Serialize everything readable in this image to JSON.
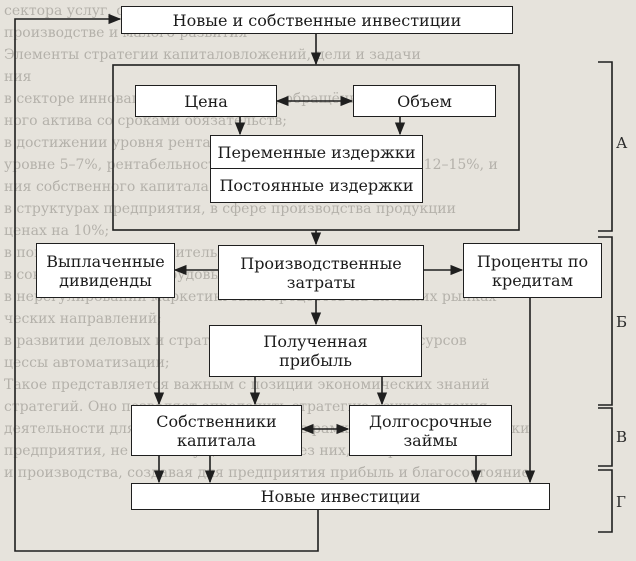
{
  "background_text": [
    "сектора услуг, основанных на инновационных технологиях, на",
    "производстве и малого развития",
    "Элементы стратегии капиталовложений, цели и задачи",
    "ния",
    "в секторе инновационных стратегий, обращённой на кредиты",
    "ного актива со сроками обязательств;",
    "в достижении уровня рентабельности, равного",
    "уровне 5–7%, рентабельность собственного капитала — 12–15%, и",
    "ния собственного капитала в пределах 40%;",
    "в структурах предприятия, в сфере производства продукции",
    "ценах на 10%;",
    "в повышении производительности на 8%;",
    "в сокращении числа трудовых ресурсов на 30%;",
    "в нерегулировании маркетинговых процессов на внешних рынках",
    "ческих направлений;",
    "в развитии деловых и стратегических функций, всех ресурсов",
    "цессы автоматизации;",
    "Такое представляется важным с позиции экономических знаний",
    "стратегий. Оно позволяет определить стратегию осуществления",
    "деятельности для работы предприятия в рамках рыночной экономики",
    "предприятия, не может существовать без них, которые в конечном",
    "и производства, создавая для предприятия прибыль и благосостояние"
  ],
  "diagram": {
    "nodes": {
      "new_own_investments": "Новые и собственные инвестиции",
      "price": "Цена",
      "volume": "Объем",
      "variable_costs": "Переменные издержки",
      "fixed_costs": "Постоянные издержки",
      "paid_dividends": "Выплаченные дивиденды",
      "production_costs": "Производственные затраты",
      "loan_interest": "Проценты по кредитам",
      "received_profit": "Полученная прибыль",
      "capital_owners": "Собственники капитала",
      "long_term_loans": "Долгосрочные займы",
      "new_investments": "Новые инвестиции"
    },
    "sections": {
      "a": "А",
      "b": "Б",
      "v": "В",
      "g": "Г"
    }
  }
}
